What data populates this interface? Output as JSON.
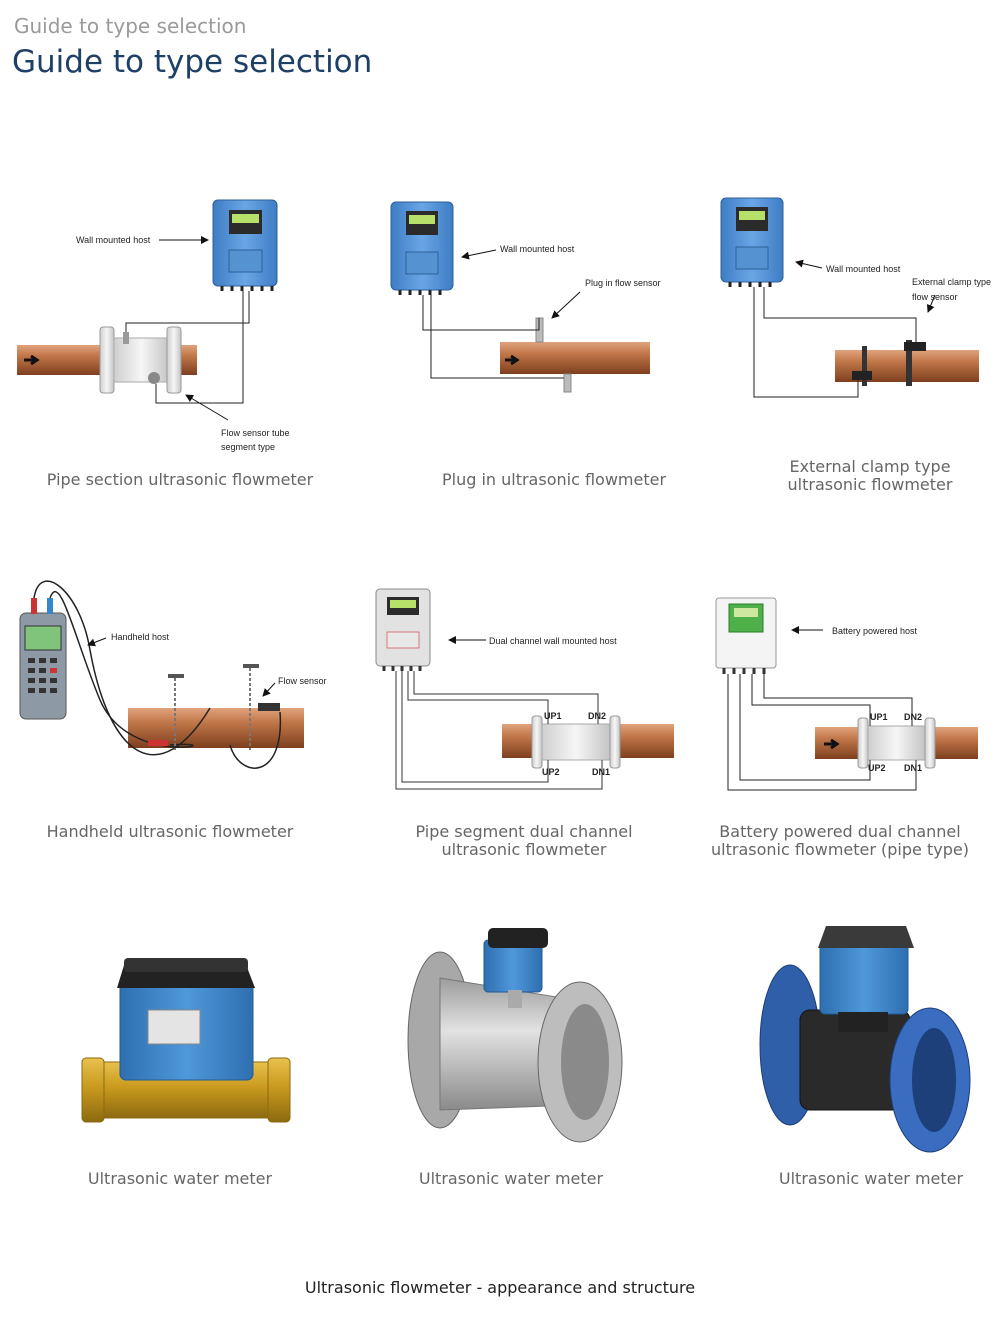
{
  "header": {
    "breadcrumb": "Guide to type selection",
    "title": "Guide to type selection"
  },
  "diagrams": {
    "pipe_section": {
      "caption": "Pipe section ultrasonic flowmeter",
      "label_host": "Wall mounted host",
      "label_sensor_1": "Flow sensor tube",
      "label_sensor_2": "segment type"
    },
    "plug_in": {
      "caption": "Plug in ultrasonic flowmeter",
      "label_host": "Wall mounted host",
      "label_sensor": "Plug in flow sensor"
    },
    "clamp": {
      "caption_1": "External clamp type",
      "caption_2": "ultrasonic flowmeter",
      "label_host": "Wall mounted host",
      "label_sensor_1": "External clamp type",
      "label_sensor_2": "flow sensor"
    },
    "handheld": {
      "caption": "Handheld ultrasonic flowmeter",
      "label_host": "Handheld host",
      "label_sensor": "Flow sensor"
    },
    "dual_pipe": {
      "caption_1": "Pipe segment dual channel",
      "caption_2": "ultrasonic flowmeter",
      "label_host": "Dual channel wall mounted host",
      "up1": "UP1",
      "dn2": "DN2",
      "up2": "UP2",
      "dn1": "DN1"
    },
    "battery_dual": {
      "caption_1": "Battery powered dual channel",
      "caption_2": "ultrasonic flowmeter (pipe type)",
      "label_host": "Battery powered host",
      "up1": "UP1",
      "dn2": "DN2",
      "up2": "UP2",
      "dn1": "DN1"
    }
  },
  "meters": [
    {
      "caption": "Ultrasonic water meter"
    },
    {
      "caption": "Ultrasonic water meter"
    },
    {
      "caption": "Ultrasonic water meter"
    }
  ],
  "footer": "Ultrasonic flowmeter - appearance and structure",
  "colors": {
    "title": "#1e3f66",
    "host_blue": "#4f8fd6",
    "pipe_copper": "#b86a3f",
    "meter_blue": "#3f86c9"
  }
}
